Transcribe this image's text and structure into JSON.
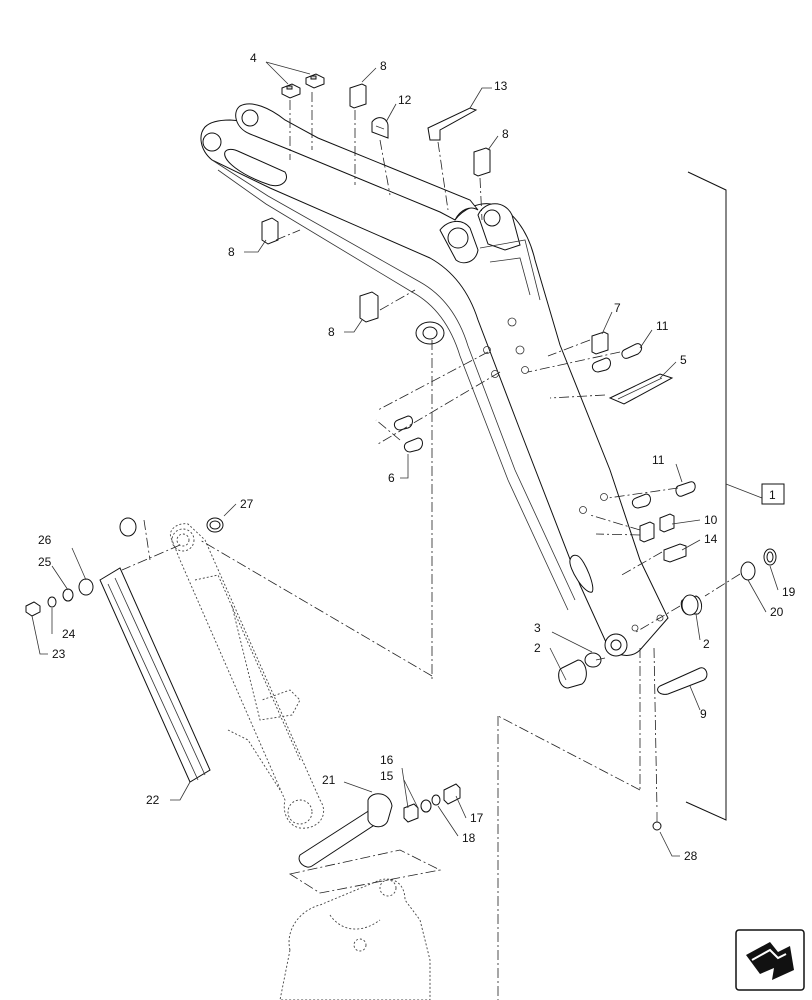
{
  "callouts": [
    {
      "id": "c4",
      "label": "4"
    },
    {
      "id": "c8a",
      "label": "8"
    },
    {
      "id": "c12",
      "label": "12"
    },
    {
      "id": "c13",
      "label": "13"
    },
    {
      "id": "c8b",
      "label": "8"
    },
    {
      "id": "c8c",
      "label": "8"
    },
    {
      "id": "c8d",
      "label": "8"
    },
    {
      "id": "c7",
      "label": "7"
    },
    {
      "id": "c11a",
      "label": "11"
    },
    {
      "id": "c5",
      "label": "5"
    },
    {
      "id": "c6",
      "label": "6"
    },
    {
      "id": "c11b",
      "label": "11"
    },
    {
      "id": "c10",
      "label": "10"
    },
    {
      "id": "c14",
      "label": "14"
    },
    {
      "id": "c1",
      "label": "1"
    },
    {
      "id": "c27",
      "label": "27"
    },
    {
      "id": "c26",
      "label": "26"
    },
    {
      "id": "c25",
      "label": "25"
    },
    {
      "id": "c24",
      "label": "24"
    },
    {
      "id": "c23",
      "label": "23"
    },
    {
      "id": "c3",
      "label": "3"
    },
    {
      "id": "c2a",
      "label": "2"
    },
    {
      "id": "c2b",
      "label": "2"
    },
    {
      "id": "c19",
      "label": "19"
    },
    {
      "id": "c20",
      "label": "20"
    },
    {
      "id": "c9",
      "label": "9"
    },
    {
      "id": "c22",
      "label": "22"
    },
    {
      "id": "c21",
      "label": "21"
    },
    {
      "id": "c16",
      "label": "16"
    },
    {
      "id": "c15",
      "label": "15"
    },
    {
      "id": "c17",
      "label": "17"
    },
    {
      "id": "c18",
      "label": "18"
    },
    {
      "id": "c28",
      "label": "28"
    }
  ],
  "icons": {
    "nav": "next-page-arrow-icon"
  }
}
